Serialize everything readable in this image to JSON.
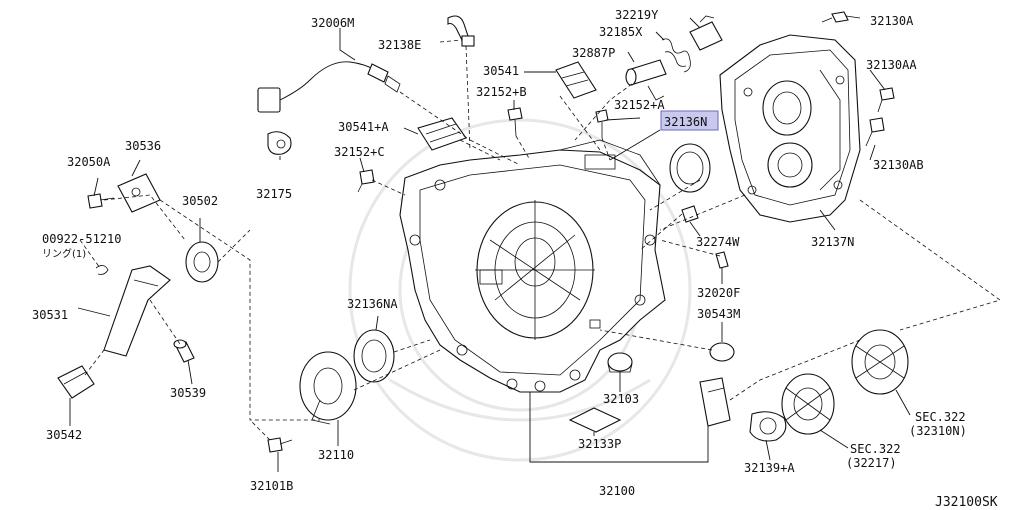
{
  "labels": {
    "p32006M": "32006M",
    "p32138E": "32138E",
    "p32219Y": "32219Y",
    "p32185X": "32185X",
    "p32887P": "32887P",
    "p32130A": "32130A",
    "p32130AA": "32130AA",
    "p32130AB": "32130AB",
    "p30541": "30541",
    "p32152B": "32152+B",
    "p32152A": "32152+A",
    "p32136N": "32136N",
    "p30541A": "30541+A",
    "p32152C": "32152+C",
    "p32175": "32175",
    "p30536": "30536",
    "p32050A": "32050A",
    "p30502": "30502",
    "p00922": "00922-51210",
    "p00922sub": "リング(1)",
    "p30531": "30531",
    "p30539": "30539",
    "p30542": "30542",
    "p32136NA": "32136NA",
    "p32110": "32110",
    "p32101B": "32101B",
    "p32103": "32103",
    "p32133P": "32133P",
    "p32100": "32100",
    "p32274W": "32274W",
    "p32020F": "32020F",
    "p30543M": "30543M",
    "p32137N": "32137N",
    "p32139A": "32139+A",
    "sec322a": "SEC.322",
    "sec322a_sub": "(32310N)",
    "sec322b": "SEC.322",
    "sec322b_sub": "(32217)",
    "diagram_code": "J32100SK"
  },
  "highlight": {
    "part": "32136N",
    "fill": "#c9c9f0",
    "stroke": "#6b6bb8"
  },
  "colors": {
    "line": "#111111",
    "watermark": "#e7e7e7",
    "background": "#ffffff"
  }
}
